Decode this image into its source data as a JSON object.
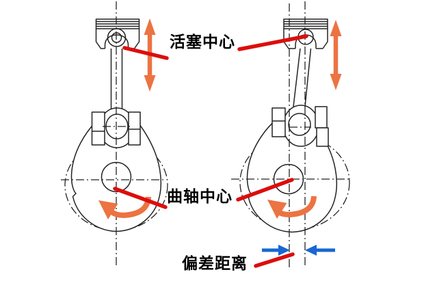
{
  "figure": {
    "title": "piston-crankshaft offset diagram",
    "labels": {
      "piston_center": "活塞中心",
      "crank_center": "曲轴中心",
      "offset_distance": "偏差距离"
    },
    "colors": {
      "red": "#dd0d0d",
      "orange": "#ec7342",
      "blue": "#1767d2",
      "line": "#222222"
    }
  }
}
